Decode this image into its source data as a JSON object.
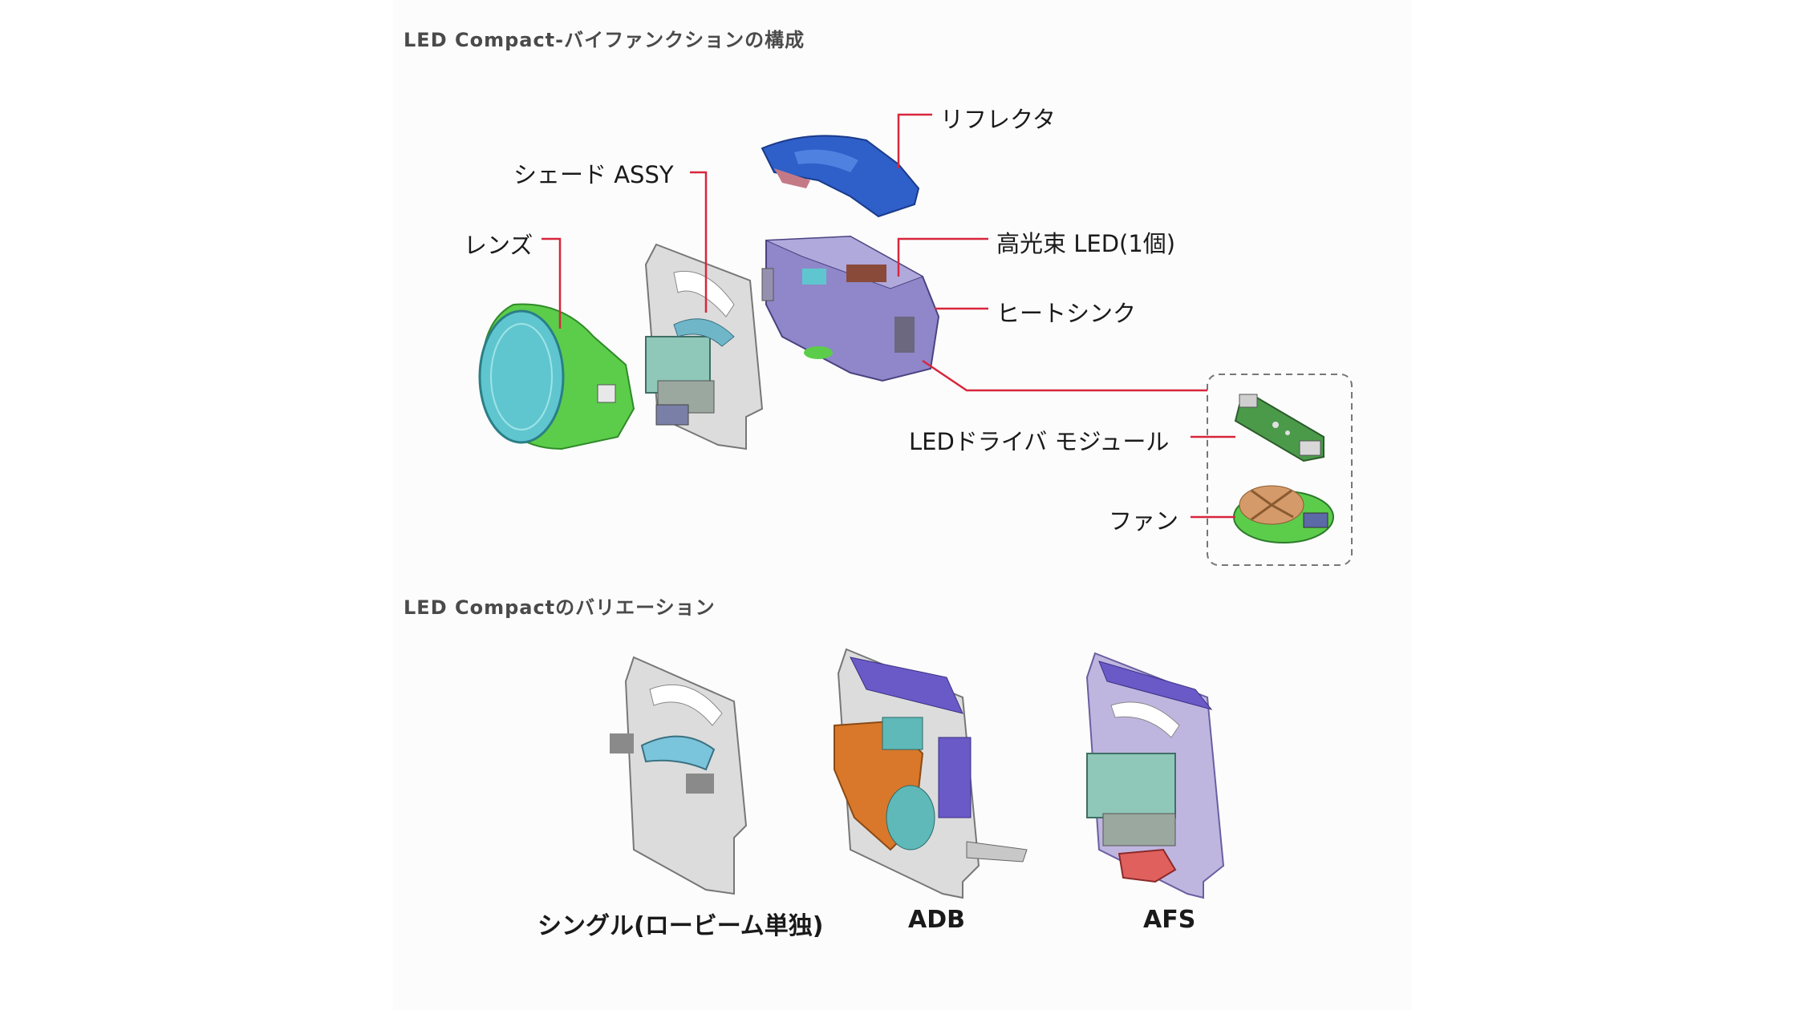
{
  "section1": {
    "title": "LED Compact-バイファンクションの構成"
  },
  "section2": {
    "title": "LED Compactのバリエーション"
  },
  "parts": {
    "reflector": "リフレクタ",
    "shade": "シェード ASSY",
    "lens": "レンズ",
    "led": "高光束 LED(1個)",
    "heatsink": "ヒートシンク",
    "driver": "LEDドライバ モジュール",
    "fan": "ファン"
  },
  "variants": [
    {
      "label": "シングル(ロービーム単独)"
    },
    {
      "label": "ADB"
    },
    {
      "label": "AFS"
    }
  ],
  "colors": {
    "leader_line": "#d8263c",
    "lens_green": "#5ccd4a",
    "lens_teal": "#5fc6cf",
    "reflector_blue": "#2f5fc8",
    "heatsink_purple": "#8f87c9",
    "plate_gray": "#dcdcdc",
    "module_teal": "#8fc7b8",
    "adb_orange": "#d9782a",
    "afs_red": "#e0605e"
  }
}
